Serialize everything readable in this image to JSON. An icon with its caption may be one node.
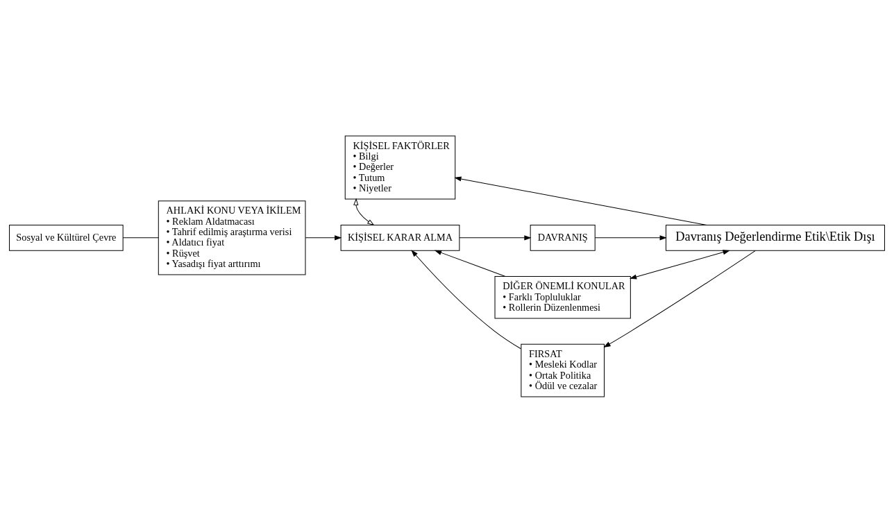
{
  "diagram": {
    "nodes": [
      {
        "text": [
          "KİŞİSEL FAKTÖRLER",
          "• Bilgi",
          "• Değerler",
          "• Tutum",
          "• Niyetler"
        ]
      },
      {
        "text": [
          "AHLAKİ KONU VEYA İKİLEM",
          "• Reklam Aldatmacası",
          "• Tahrif edilmiş araştırma verisi",
          "• Aldatıcı fiyat",
          "• Rüşvet",
          "• Yasadışı fiyat arttırımı"
        ]
      },
      {
        "text": [
          "Sosyal ve Kültürel Çevre"
        ]
      },
      {
        "text": [
          "KİŞİSEL KARAR ALMA"
        ]
      },
      {
        "text": [
          "DAVRANIŞ"
        ]
      },
      {
        "text": [
          "Davranış Değerlendirme Etik\\Etik Dışı"
        ]
      },
      {
        "text": [
          "DİĞER ÖNEMLİ KONULAR",
          "• Farklı Topluluklar",
          "• Rollerin Düzenlenmesi"
        ]
      },
      {
        "text": [
          "FIRSAT",
          "• Mesleki Kodlar",
          "• Ortak Politika",
          "• Ödül ve cezalar"
        ]
      }
    ],
    "edges": [
      {
        "from": 2,
        "to": 1,
        "arrow": "none"
      },
      {
        "from": 1,
        "to": 3,
        "arrow": "to"
      },
      {
        "from": 0,
        "to": 3,
        "arrow": "both"
      },
      {
        "from": 3,
        "to": 4,
        "arrow": "to"
      },
      {
        "from": 4,
        "to": 5,
        "arrow": "to"
      },
      {
        "from": 5,
        "to": 0,
        "arrow": "to"
      },
      {
        "from": 6,
        "to": 3,
        "arrow": "to"
      },
      {
        "from": 7,
        "to": 3,
        "arrow": "to"
      },
      {
        "from": 5,
        "to": 6,
        "arrow": "both"
      },
      {
        "from": 5,
        "to": 7,
        "arrow": "to"
      }
    ]
  }
}
